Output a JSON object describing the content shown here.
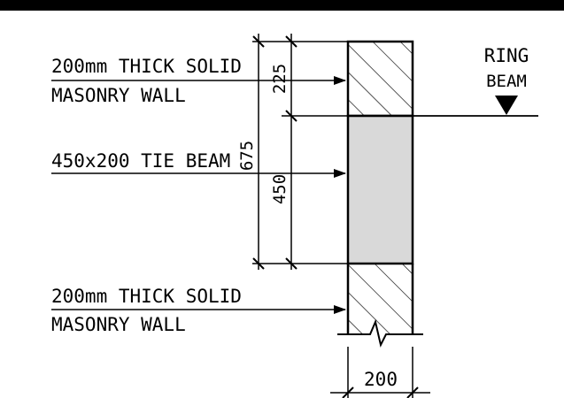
{
  "labels": {
    "upper_wall_line1": "200mm THICK SOLID",
    "upper_wall_line2": "MASONRY WALL",
    "tie_beam": "450x200 TIE BEAM",
    "lower_wall_line1": "200mm THICK SOLID",
    "lower_wall_line2": "MASONRY WALL",
    "ring_beam_line1": "RING",
    "ring_beam_line2": "BEAM"
  },
  "dimensions": {
    "upper_wall_height": "225",
    "tie_beam_height": "450",
    "overall_height": "675",
    "wall_width": "200"
  },
  "colors": {
    "line": "#000000",
    "beam_fill": "#d9d9d9",
    "background": "#ffffff"
  }
}
